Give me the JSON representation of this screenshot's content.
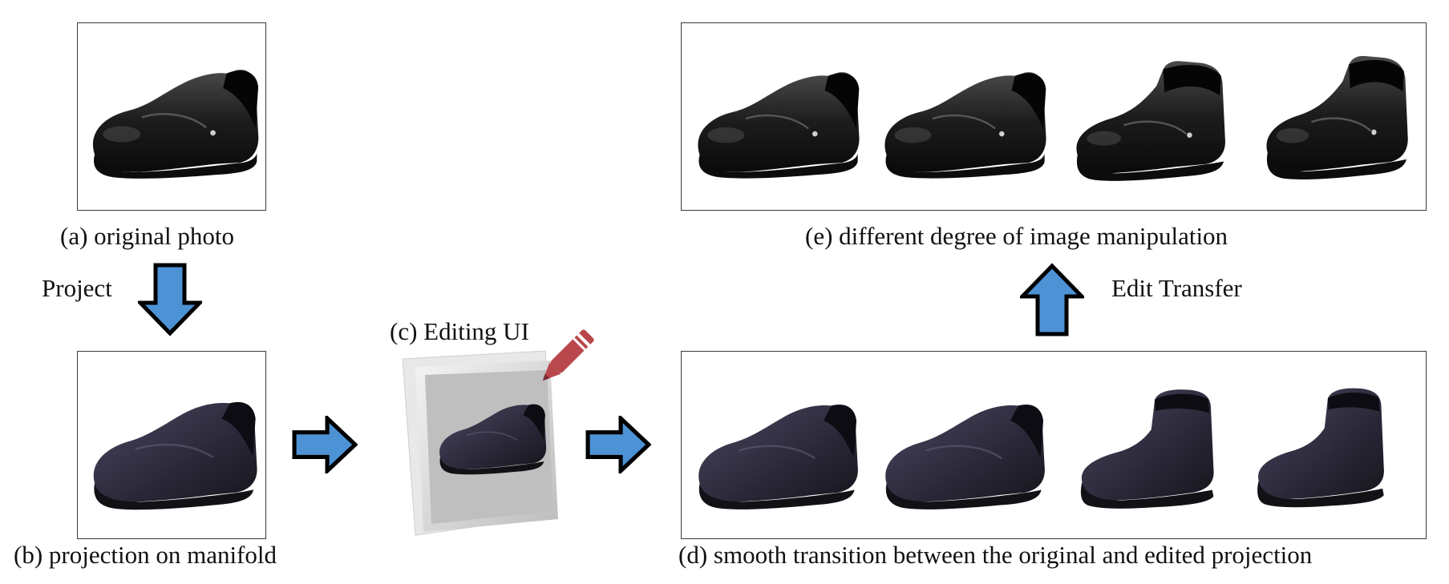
{
  "captions": {
    "a": "(a) original photo",
    "b": "(b) projection on manifold",
    "c": "(c) Editing UI",
    "d": "(d) smooth transition between the original and edited projection",
    "e": "(e) different degree of image manipulation"
  },
  "labels": {
    "project": "Project",
    "edit_transfer": "Edit Transfer"
  },
  "colors": {
    "arrow_fill": "#4e92d6",
    "arrow_stroke": "#000000",
    "shoe_photo": "#151515",
    "shoe_projection": "#2c2b3a",
    "pencil": "#b9474b",
    "editing_panel": "#c9c9c9"
  },
  "icons": {
    "arrow_down": "arrow-down-icon",
    "arrow_right": "arrow-right-icon",
    "arrow_up": "arrow-up-icon",
    "pencil": "pencil-icon"
  }
}
